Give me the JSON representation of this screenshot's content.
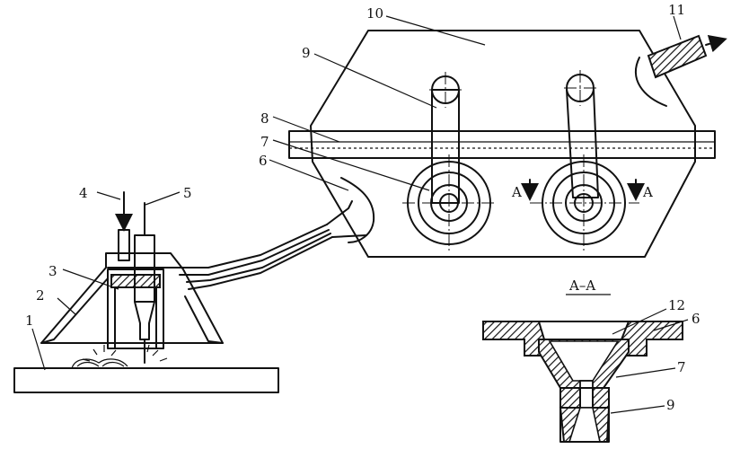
{
  "labels": [
    "1",
    "2",
    "3",
    "4",
    "5",
    "6",
    "7",
    "8",
    "9",
    "10",
    "11",
    "12"
  ],
  "section_marks": {
    "left": "A",
    "right": "A"
  },
  "section_title": "A–A",
  "label_6b": "6",
  "label_7b": "7",
  "label_9b": "9"
}
